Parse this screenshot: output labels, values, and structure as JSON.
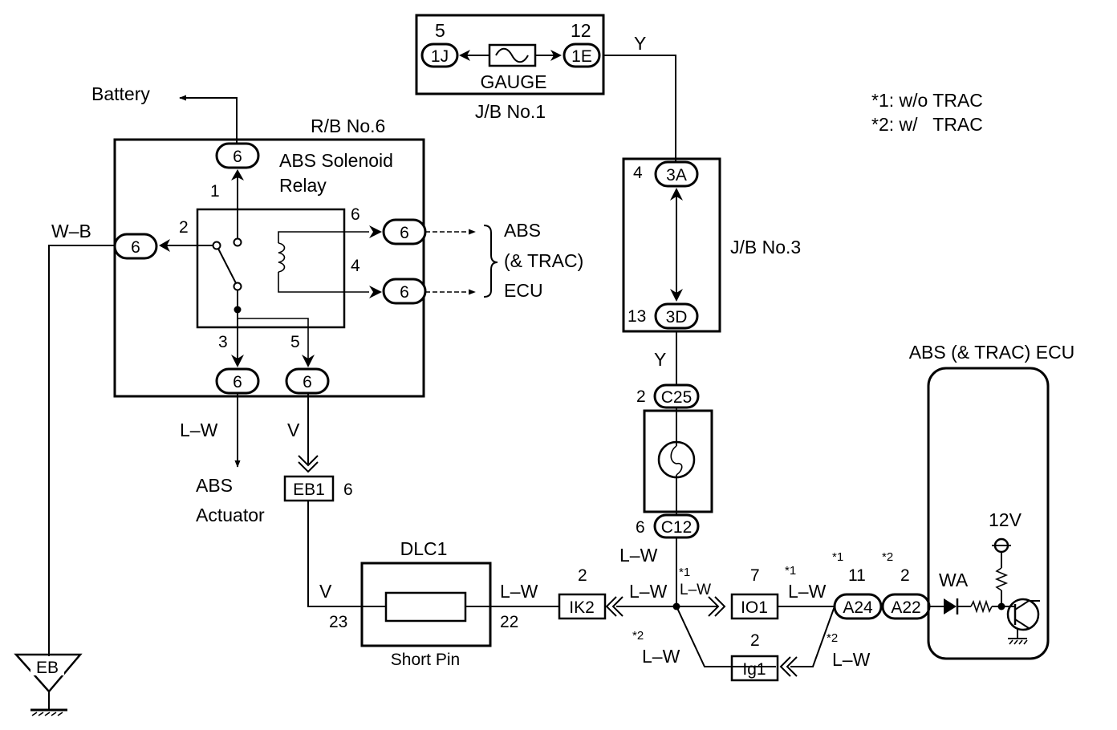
{
  "notes": {
    "note1": "*1: w/o TRAC",
    "note2": "*2: w/   TRAC"
  },
  "jb1": {
    "title": "J/B No.1",
    "fuse_label": "GAUGE",
    "left_conn": "1J",
    "left_pin": "5",
    "right_conn": "1E",
    "right_pin": "12",
    "out_wire": "Y"
  },
  "battery": {
    "label": "Battery"
  },
  "rb6": {
    "title": "R/B No.6",
    "relay_label_line1": "ABS Solenoid",
    "relay_label_line2": "Relay",
    "conn": "6",
    "pin1": "1",
    "pin2": "2",
    "pin3": "3",
    "pin4": "4",
    "pin5": "5",
    "pin6": "6"
  },
  "ground": {
    "wire": "W–B",
    "label": "EB"
  },
  "abs_ecu_ref": {
    "line1": "ABS",
    "line2": "(& TRAC)",
    "line3": "ECU"
  },
  "actuator": {
    "wire": "L–W",
    "line1": "ABS",
    "line2": "Actuator"
  },
  "eb1": {
    "wire": "V",
    "label": "EB1",
    "pin": "6"
  },
  "jb3": {
    "title": "J/B No.3",
    "top_conn": "3A",
    "top_pin": "4",
    "bottom_conn": "3D",
    "bottom_pin": "13",
    "out_wire": "Y"
  },
  "combo_meter": {
    "top_conn": "C25",
    "top_pin": "2",
    "bottom_conn": "C12",
    "bottom_pin": "6",
    "out_wire": "L–W"
  },
  "dlc1": {
    "title": "DLC1",
    "wire_in": "V",
    "pin_in": "23",
    "pin_out": "22",
    "wire_out": "L–W",
    "short_pin": "Short Pin"
  },
  "ik2": {
    "label": "IK2",
    "pin": "2",
    "wire": "L–W"
  },
  "io1": {
    "label": "IO1",
    "pin": "7",
    "star_in": "*1",
    "wire_in": "L–W",
    "star_out": "*1",
    "wire_out": "L–W"
  },
  "ig1": {
    "label": "Ig1",
    "pin": "2",
    "star_in": "*2",
    "wire_in": "L–W",
    "star_out": "*2",
    "wire_out": "L–W"
  },
  "ecu": {
    "title": "ABS (& TRAC) ECU",
    "conn_a24": "A24",
    "conn_a22": "A22",
    "a24_star": "*1",
    "a24_pin": "11",
    "a22_star": "*2",
    "a22_pin": "2",
    "terminal": "WA",
    "voltage": "12V"
  }
}
